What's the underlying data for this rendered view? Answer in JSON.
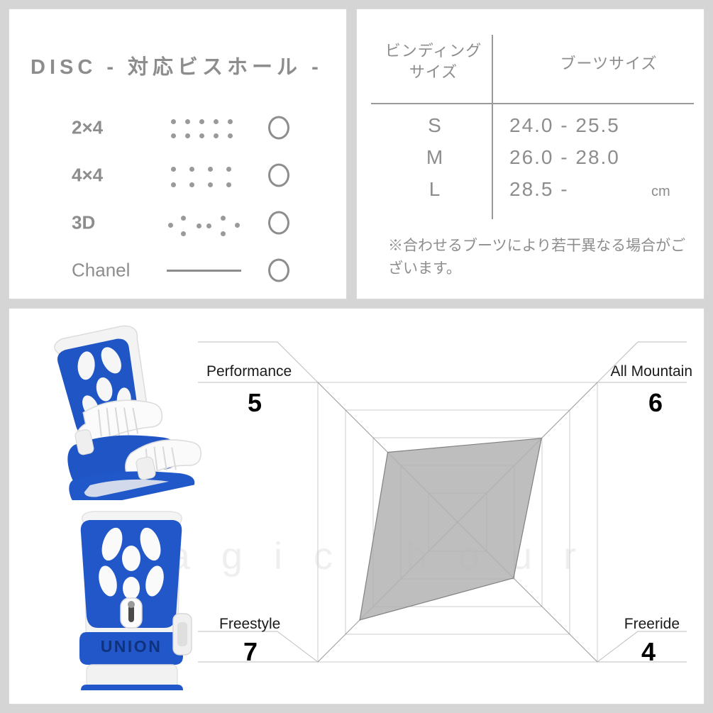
{
  "page": {
    "background_color": "#d5d5d5",
    "panel_background": "#ffffff",
    "panel_border_color": "#d9d9d9",
    "text_gray": "#8d8d8d",
    "watermark_text": "magic hour",
    "watermark_color": "#efefef"
  },
  "disc_panel": {
    "title": "DISC - 対応ビスホール -",
    "rows": [
      {
        "label": "2×4",
        "pattern": "grid-2x4-dots",
        "marker": "circle-o",
        "marker_name": "compatible"
      },
      {
        "label": "4×4",
        "pattern": "grid-4x4-dots",
        "marker": "circle-o",
        "marker_name": "compatible"
      },
      {
        "label": "3D",
        "pattern": "grid-3d-dots",
        "marker": "circle-o",
        "marker_name": "compatible"
      },
      {
        "label": "Chanel",
        "pattern": "channel-line",
        "marker": "circle-o",
        "marker_name": "compatible"
      }
    ]
  },
  "size_panel": {
    "header_binding": "ビンディング\nサイズ",
    "header_binding_line1": "ビンディング",
    "header_binding_line2": "サイズ",
    "header_boot": "ブーツサイズ",
    "rows": [
      {
        "size": "S",
        "boot": "24.0 - 25.5"
      },
      {
        "size": "M",
        "boot": "26.0 - 28.0"
      },
      {
        "size": "L",
        "boot": "28.5 -"
      }
    ],
    "unit": "cm",
    "note": "※合わせるブーツにより若干異なる場合がございます。"
  },
  "chart_panel": {
    "product_images": [
      {
        "name": "union-binding-angled-view",
        "alt": "UNION snowboard binding blue and white, angled view"
      },
      {
        "name": "union-binding-rear-view",
        "alt": "UNION snowboard binding blue and white, rear view",
        "brand_text": "UNION"
      }
    ]
  },
  "chart_data": {
    "type": "radar",
    "title": "",
    "categories": [
      "Performance",
      "All Mountain",
      "Freeride",
      "Freestyle"
    ],
    "values": [
      5,
      6,
      4,
      7
    ],
    "max": 10,
    "rings": 5,
    "grid": true,
    "legend": "none",
    "axis_positions": [
      "top-left",
      "top-right",
      "bottom-right",
      "bottom-left"
    ],
    "fill_color": "#b3b3b3",
    "stroke_color": "#808080",
    "grid_color": "#cccccc",
    "label_color": "#1a1a1a"
  }
}
